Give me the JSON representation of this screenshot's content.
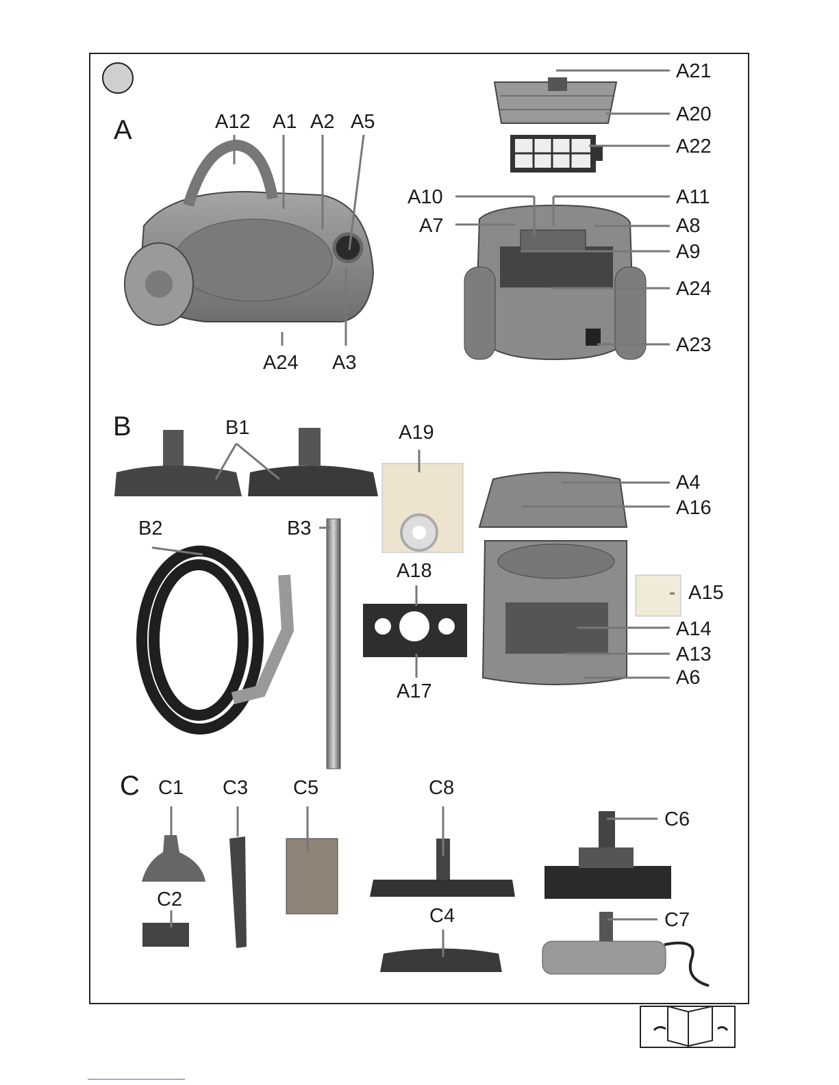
{
  "sections": {
    "a": "A",
    "b": "B",
    "c": "C"
  },
  "labels": {
    "a12": "A12",
    "a1": "A1",
    "a2": "A2",
    "a5": "A5",
    "a24_front": "A24",
    "a3": "A3",
    "a21": "A21",
    "a20": "A20",
    "a22": "A22",
    "a10": "A10",
    "a11": "A11",
    "a7": "A7",
    "a8": "A8",
    "a9": "A9",
    "a24_back": "A24",
    "a23": "A23",
    "b1": "B1",
    "a19": "A19",
    "a4": "A4",
    "a16": "A16",
    "b2": "B2",
    "b3": "B3",
    "a18": "A18",
    "a15": "A15",
    "a14": "A14",
    "a13": "A13",
    "a6": "A6",
    "a17": "A17",
    "c1": "C1",
    "c3": "C3",
    "c5": "C5",
    "c8": "C8",
    "c6": "C6",
    "c2": "C2",
    "c4": "C4",
    "c7": "C7"
  },
  "colors": {
    "frame": "#222222",
    "product_gray": "#8c8c8c",
    "product_dark": "#3a3a3a",
    "marker": "#cfcfcf"
  }
}
